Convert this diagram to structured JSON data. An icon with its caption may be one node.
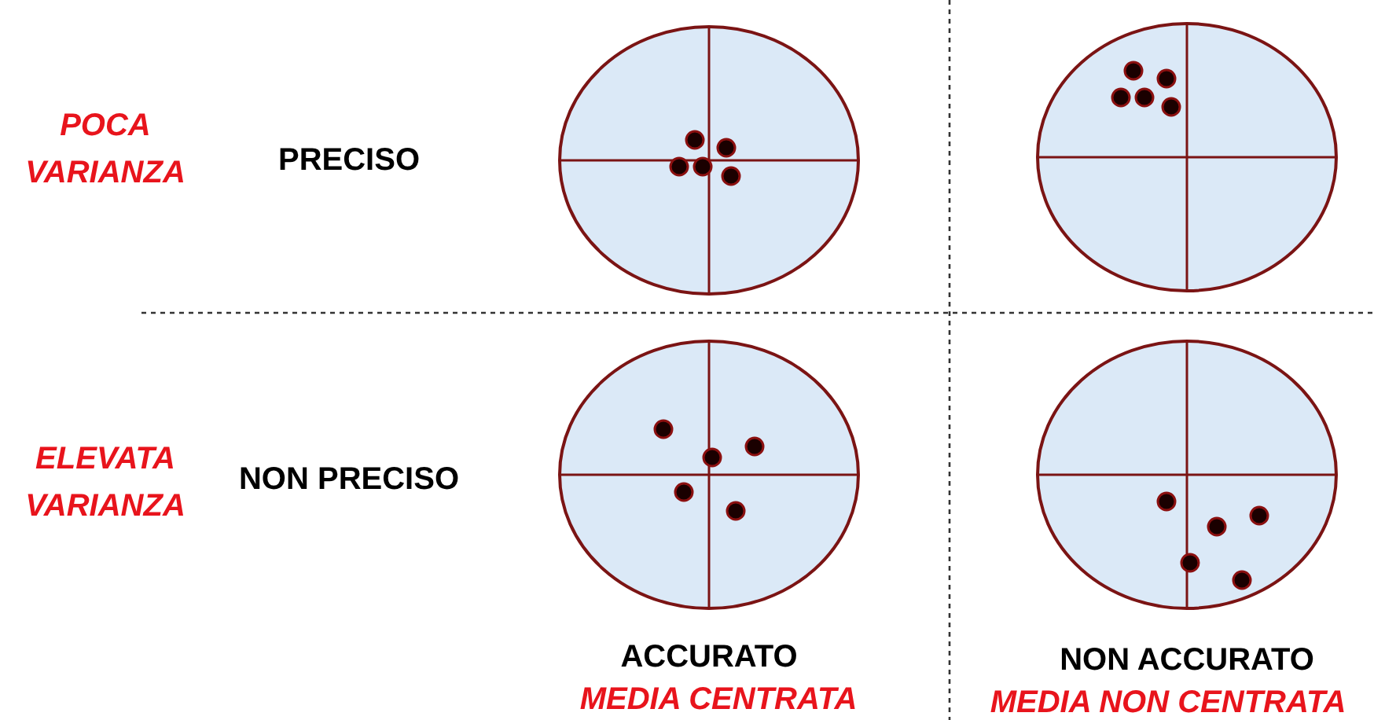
{
  "diagram": {
    "labels": [
      "POCA VARIANZA",
      "PRECISO",
      "ELEVATA VARIANZA",
      "NON PRECISO",
      "ACCURATO",
      "MEDIA CENTRATA",
      "NON ACCURATO",
      "MEDIA NON CENTRATA"
    ]
  }
}
